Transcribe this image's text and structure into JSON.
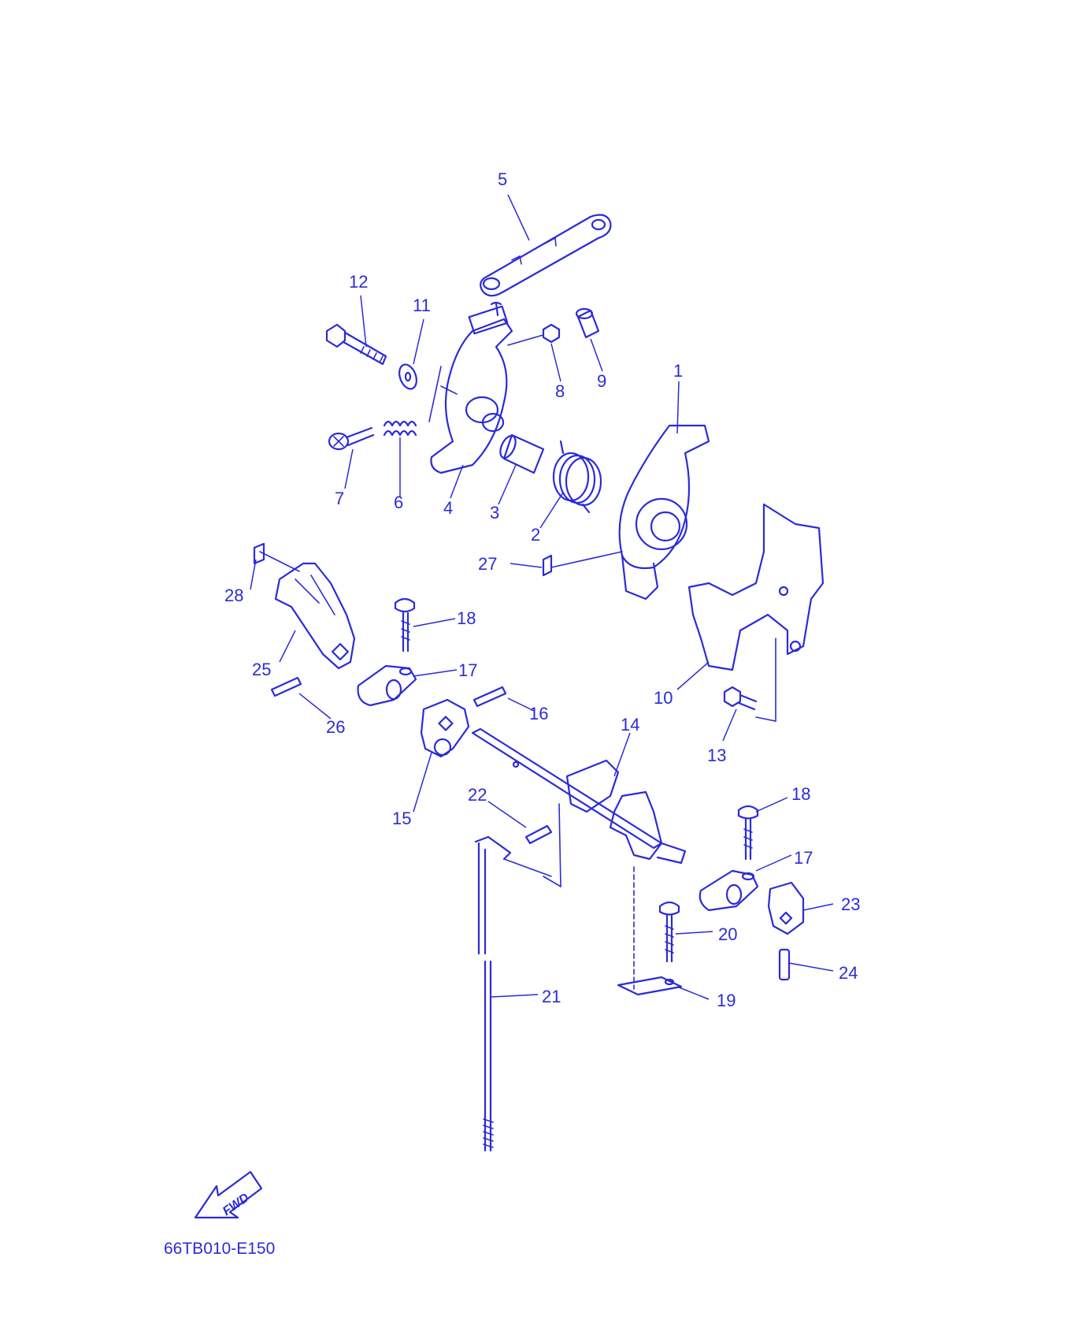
{
  "diagram": {
    "colors": {
      "line": "#2b2bd9",
      "background": "#ffffff"
    },
    "callouts": [
      {
        "id": "c5",
        "text": "5"
      },
      {
        "id": "c12",
        "text": "12"
      },
      {
        "id": "c11",
        "text": "11"
      },
      {
        "id": "c8",
        "text": "8"
      },
      {
        "id": "c9",
        "text": "9"
      },
      {
        "id": "c1",
        "text": "1"
      },
      {
        "id": "c7",
        "text": "7"
      },
      {
        "id": "c6",
        "text": "6"
      },
      {
        "id": "c4",
        "text": "4"
      },
      {
        "id": "c3",
        "text": "3"
      },
      {
        "id": "c2",
        "text": "2"
      },
      {
        "id": "c27",
        "text": "27"
      },
      {
        "id": "c28",
        "text": "28"
      },
      {
        "id": "c18a",
        "text": "18"
      },
      {
        "id": "c17a",
        "text": "17"
      },
      {
        "id": "c25",
        "text": "25"
      },
      {
        "id": "c16",
        "text": "16"
      },
      {
        "id": "c26",
        "text": "26"
      },
      {
        "id": "c10",
        "text": "10"
      },
      {
        "id": "c13",
        "text": "13"
      },
      {
        "id": "c14",
        "text": "14"
      },
      {
        "id": "c15",
        "text": "15"
      },
      {
        "id": "c22",
        "text": "22"
      },
      {
        "id": "c18b",
        "text": "18"
      },
      {
        "id": "c17b",
        "text": "17"
      },
      {
        "id": "c23",
        "text": "23"
      },
      {
        "id": "c20",
        "text": "20"
      },
      {
        "id": "c24",
        "text": "24"
      },
      {
        "id": "c19",
        "text": "19"
      },
      {
        "id": "c21",
        "text": "21"
      }
    ],
    "fwd_label": "FWD",
    "drawing_code": "66TB010-E150"
  }
}
